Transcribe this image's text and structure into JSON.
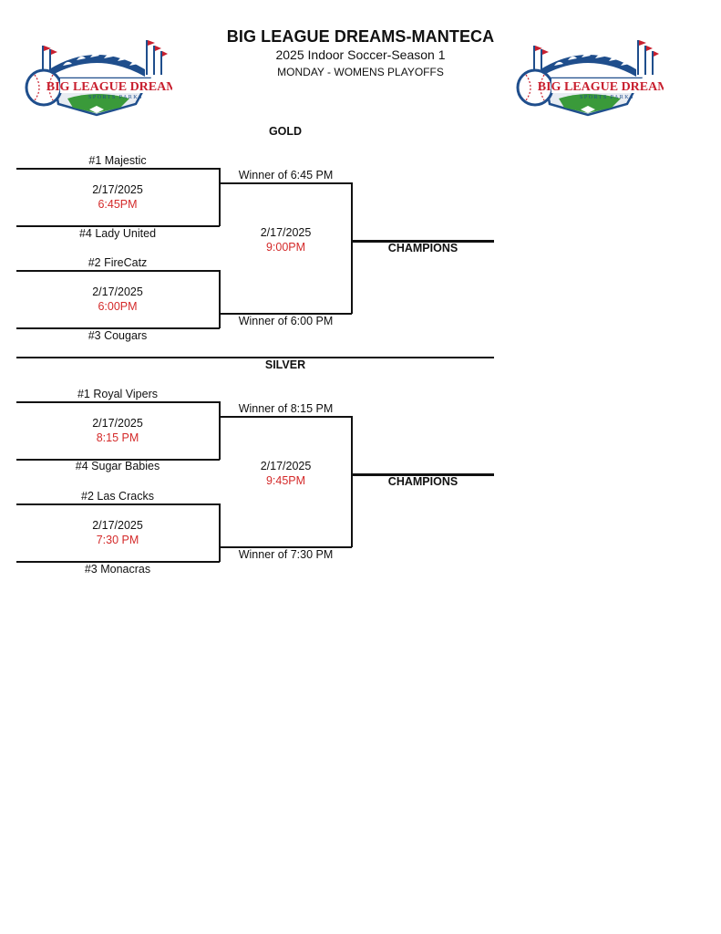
{
  "header": {
    "title": "BIG LEAGUE DREAMS-MANTECA",
    "subtitle": "2025 Indoor Soccer-Season 1",
    "subtitle2": "MONDAY - WOMENS PLAYOFFS",
    "logo_text": "BIG LEAGUE DREAMS",
    "logo_subtext": "SPORTS PARKS"
  },
  "colors": {
    "time_red": "#d42a2a",
    "logo_blue": "#1f4e8c",
    "logo_red": "#c8202f",
    "logo_green": "#3a9a3a"
  },
  "brackets": [
    {
      "division": "GOLD",
      "champions_label": "CHAMPIONS",
      "games": [
        {
          "top_team": "#1 Majestic",
          "bottom_team": "#4 Lady United",
          "date": "2/17/2025",
          "time": "6:45PM"
        },
        {
          "top_team": "#2 FireCatz",
          "bottom_team": "#3 Cougars",
          "date": "2/17/2025",
          "time": "6:00PM"
        }
      ],
      "final": {
        "top_label": "Winner of 6:45 PM",
        "bottom_label": "Winner of 6:00 PM",
        "date": "2/17/2025",
        "time": "9:00PM"
      }
    },
    {
      "division": "SILVER",
      "champions_label": "CHAMPIONS",
      "games": [
        {
          "top_team": "#1 Royal Vipers",
          "bottom_team": "#4 Sugar Babies",
          "date": "2/17/2025",
          "time": "8:15 PM"
        },
        {
          "top_team": "#2 Las Cracks",
          "bottom_team": "#3 Monacras",
          "date": "2/17/2025",
          "time": "7:30 PM"
        }
      ],
      "final": {
        "top_label": "Winner of 8:15 PM",
        "bottom_label": "Winner of 7:30 PM",
        "date": "2/17/2025",
        "time": "9:45PM"
      }
    }
  ]
}
